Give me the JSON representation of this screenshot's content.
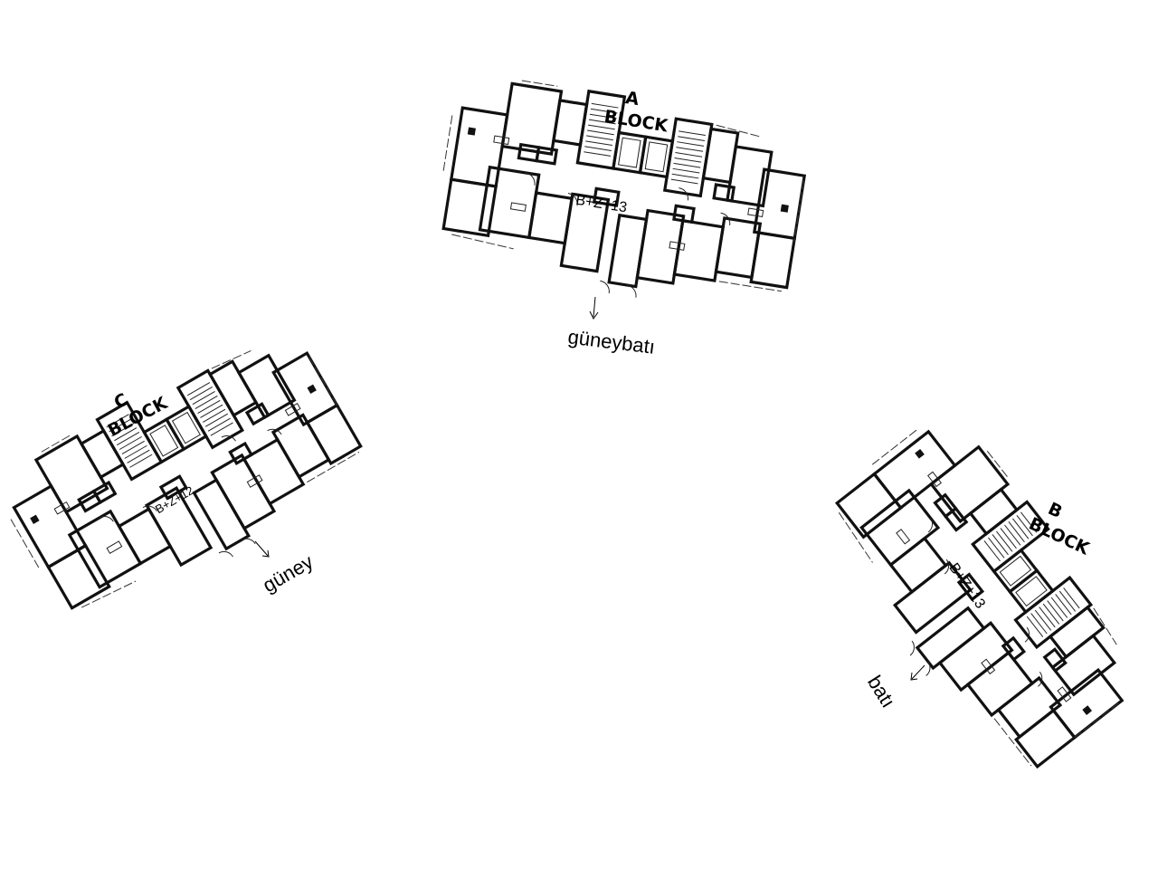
{
  "blocks": [
    {
      "id": "A",
      "letter": "A",
      "word": "BLOCK",
      "floors": "B+Z+13",
      "direction": "güneybatı"
    },
    {
      "id": "B",
      "letter": "B",
      "word": "BLOCK",
      "floors": "B+Z+13",
      "direction": "batı"
    },
    {
      "id": "C",
      "letter": "C",
      "word": "BLOCK",
      "floors": "B+Z+12",
      "direction": "güney"
    }
  ],
  "colors": {
    "line": "#111111",
    "background": "#ffffff"
  }
}
